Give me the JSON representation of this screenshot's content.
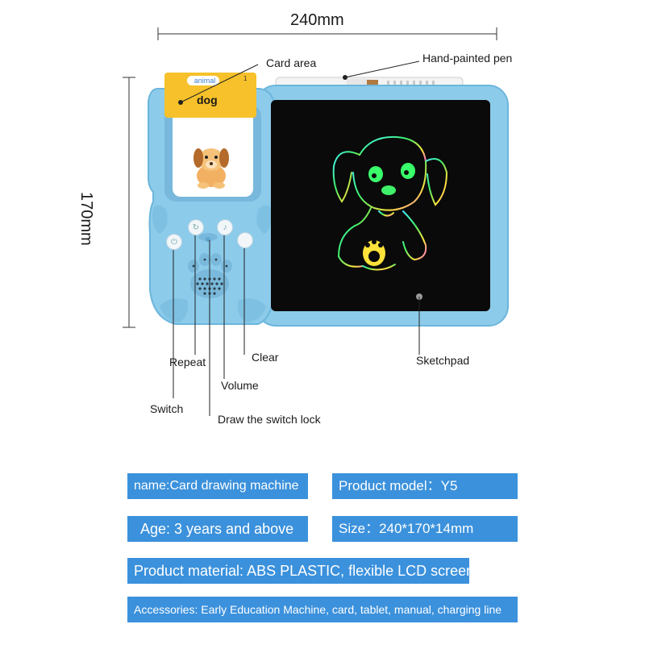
{
  "dimensions": {
    "width_label": "240mm",
    "height_label": "170mm"
  },
  "card": {
    "category": "animal",
    "number": "1",
    "word": "dog"
  },
  "callouts": {
    "card_area": "Card area",
    "pen": "Hand-painted pen",
    "repeat": "Repeat",
    "clear": "Clear",
    "volume": "Volume",
    "switch": "Switch",
    "lock": "Draw the switch lock",
    "sketchpad": "Sketchpad"
  },
  "specs": {
    "name": "name:Card drawing machine",
    "model": "Product model：Y5",
    "age": "Age: 3 years and above",
    "size": "Size：240*170*14mm",
    "material": "Product material: ABS PLASTIC, flexible LCD screen",
    "accessories": "Accessories: Early Education Machine, card, tablet, manual, charging line"
  },
  "colors": {
    "device_blue": "#8ccbea",
    "spec_box_blue": "#3b91dc",
    "card_yellow": "#f6c12a",
    "screen_black": "#0a0a0a"
  },
  "icons": [
    "power-icon",
    "repeat-icon",
    "volume-icon",
    "clear-icon",
    "paw-speaker-icon",
    "dog-drawing"
  ]
}
